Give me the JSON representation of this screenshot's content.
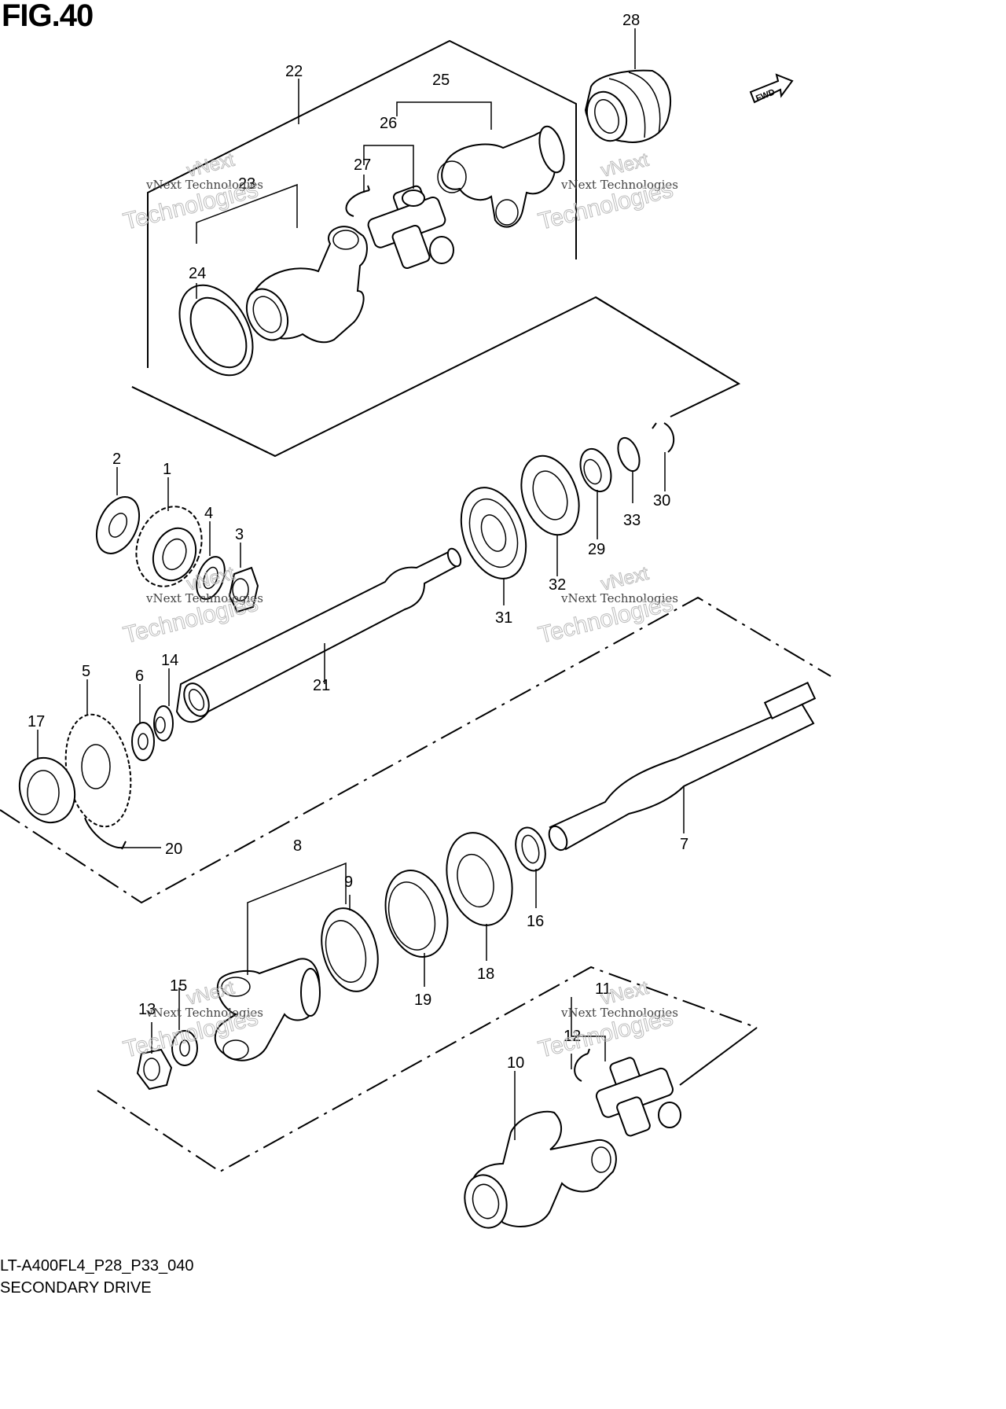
{
  "figure": {
    "title": "FIG.40",
    "drawing_code": "LT-A400FL4_P28_P33_040",
    "name": "SECONDARY DRIVE",
    "direction_badge": "FWD"
  },
  "watermark": {
    "line1": "vNext Technologies",
    "line2": "vNext",
    "line3": "Technologies"
  },
  "callouts": [
    "1",
    "2",
    "3",
    "4",
    "5",
    "6",
    "7",
    "8",
    "9",
    "10",
    "11",
    "12",
    "13",
    "14",
    "15",
    "16",
    "17",
    "18",
    "19",
    "20",
    "21",
    "22",
    "23",
    "24",
    "25",
    "26",
    "27",
    "28",
    "29",
    "30",
    "31",
    "32",
    "33"
  ],
  "colors": {
    "ink": "#000000",
    "paper": "#ffffff",
    "watermark": "#bbbbbb"
  }
}
